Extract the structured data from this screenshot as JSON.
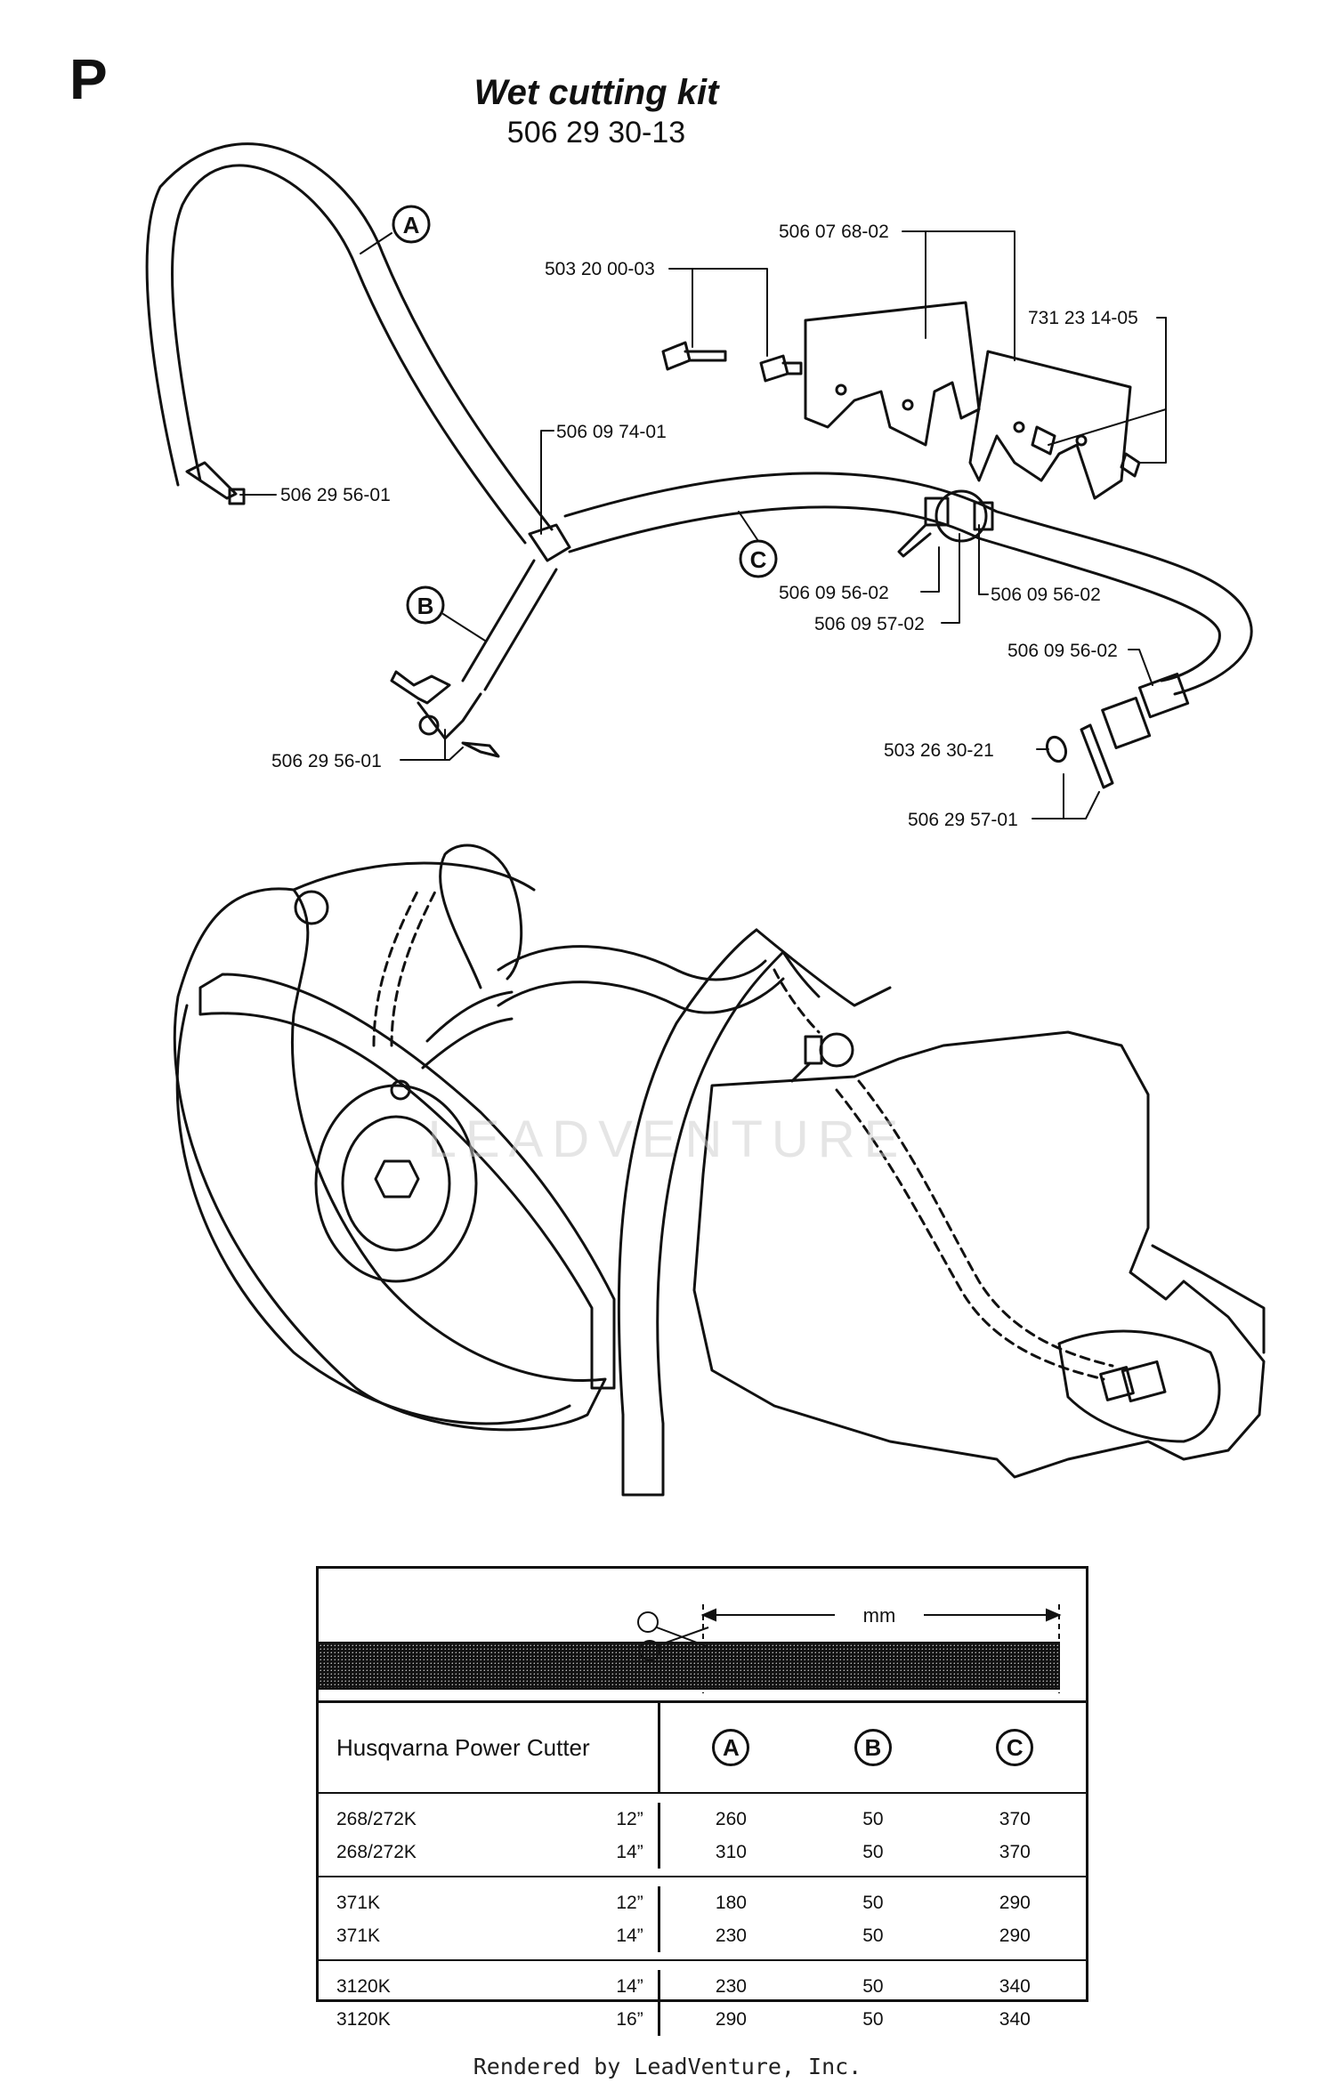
{
  "page": {
    "section_letter": "P",
    "title": "Wet cutting kit",
    "subtitle": "506 29 30-13",
    "footer": "Rendered by LeadVenture, Inc."
  },
  "hose_labels": {
    "a": "A",
    "b": "B",
    "c": "C"
  },
  "parts": {
    "p1": "506 29 56-01",
    "p2": "506 09 74-01",
    "p3": "503 20 00-03",
    "p4": "506 07 68-02",
    "p5": "731 23 14-05",
    "p6": "506 09 56-02",
    "p7": "506 09 57-02",
    "p8": "506 09 56-02",
    "p9": "506 09 56-02",
    "p10": "503 26 30-21",
    "p11": "506 29 57-01",
    "p12": "506 29 56-01"
  },
  "watermark": "LEADVENTURE",
  "table": {
    "unit": "mm",
    "header": {
      "name": "Husqvarna Power Cutter",
      "a": "A",
      "b": "B",
      "c": "C"
    },
    "groups": [
      {
        "rows": [
          {
            "model": "268/272K",
            "size": "12”",
            "a": "260",
            "b": "50",
            "c": "370"
          },
          {
            "model": "268/272K",
            "size": "14”",
            "a": "310",
            "b": "50",
            "c": "370"
          }
        ]
      },
      {
        "rows": [
          {
            "model": "371K",
            "size": "12”",
            "a": "180",
            "b": "50",
            "c": "290"
          },
          {
            "model": "371K",
            "size": "14”",
            "a": "230",
            "b": "50",
            "c": "290"
          }
        ]
      },
      {
        "rows": [
          {
            "model": "3120K",
            "size": "14”",
            "a": "230",
            "b": "50",
            "c": "340"
          },
          {
            "model": "3120K",
            "size": "16”",
            "a": "290",
            "b": "50",
            "c": "340"
          }
        ]
      }
    ]
  }
}
